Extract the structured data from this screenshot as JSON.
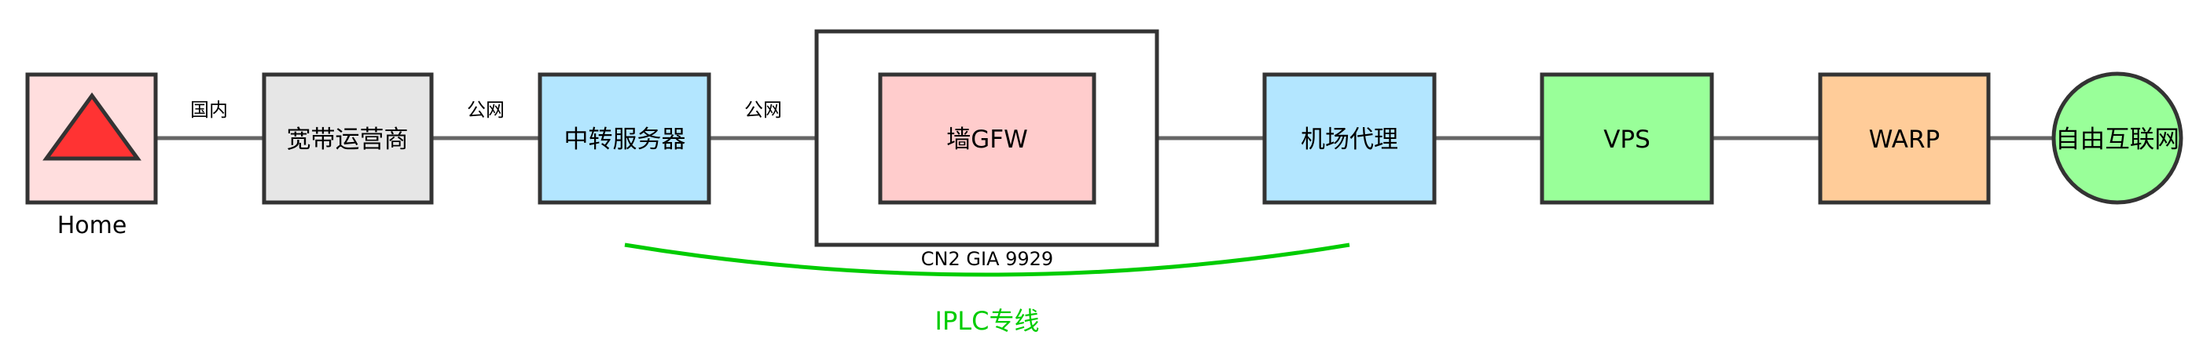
{
  "diagram": {
    "title": "Network path diagram",
    "colors": {
      "border": "#333333",
      "edge": "#666666",
      "iplc": "#00CC00"
    },
    "home": {
      "label": "Home",
      "icon": "warning-triangle-icon",
      "fill": "#FFDEDE",
      "icon_fill": "#FF3333"
    },
    "nodes": [
      {
        "id": "isp",
        "label": "宽带运营商",
        "fill": "#E6E6E6",
        "shape": "rect"
      },
      {
        "id": "relay",
        "label": "中转服务器",
        "fill": "#B3E6FF",
        "shape": "rect"
      },
      {
        "id": "gfw",
        "label": "墙GFW",
        "fill": "#FFCCCC",
        "shape": "rect"
      },
      {
        "id": "airport",
        "label": "机场代理",
        "fill": "#B3E6FF",
        "shape": "rect"
      },
      {
        "id": "vps",
        "label": "VPS",
        "fill": "#99FF99",
        "shape": "rect"
      },
      {
        "id": "warp",
        "label": "WARP",
        "fill": "#FFCC99",
        "shape": "rect"
      },
      {
        "id": "internet",
        "label": "自由互联网",
        "fill": "#99FF99",
        "shape": "circle"
      }
    ],
    "edges": [
      {
        "from": "home",
        "to": "isp",
        "label": "国内"
      },
      {
        "from": "isp",
        "to": "relay",
        "label": "公网"
      },
      {
        "from": "relay",
        "to": "gfw-container",
        "label": "公网"
      },
      {
        "from": "gfw-container",
        "to": "airport",
        "label": ""
      },
      {
        "from": "airport",
        "to": "vps",
        "label": ""
      },
      {
        "from": "vps",
        "to": "warp",
        "label": ""
      },
      {
        "from": "warp",
        "to": "internet",
        "label": ""
      }
    ],
    "gfw_container": {
      "caption": "CN2 GIA 9929"
    },
    "iplc": {
      "label": "IPLC专线"
    }
  }
}
